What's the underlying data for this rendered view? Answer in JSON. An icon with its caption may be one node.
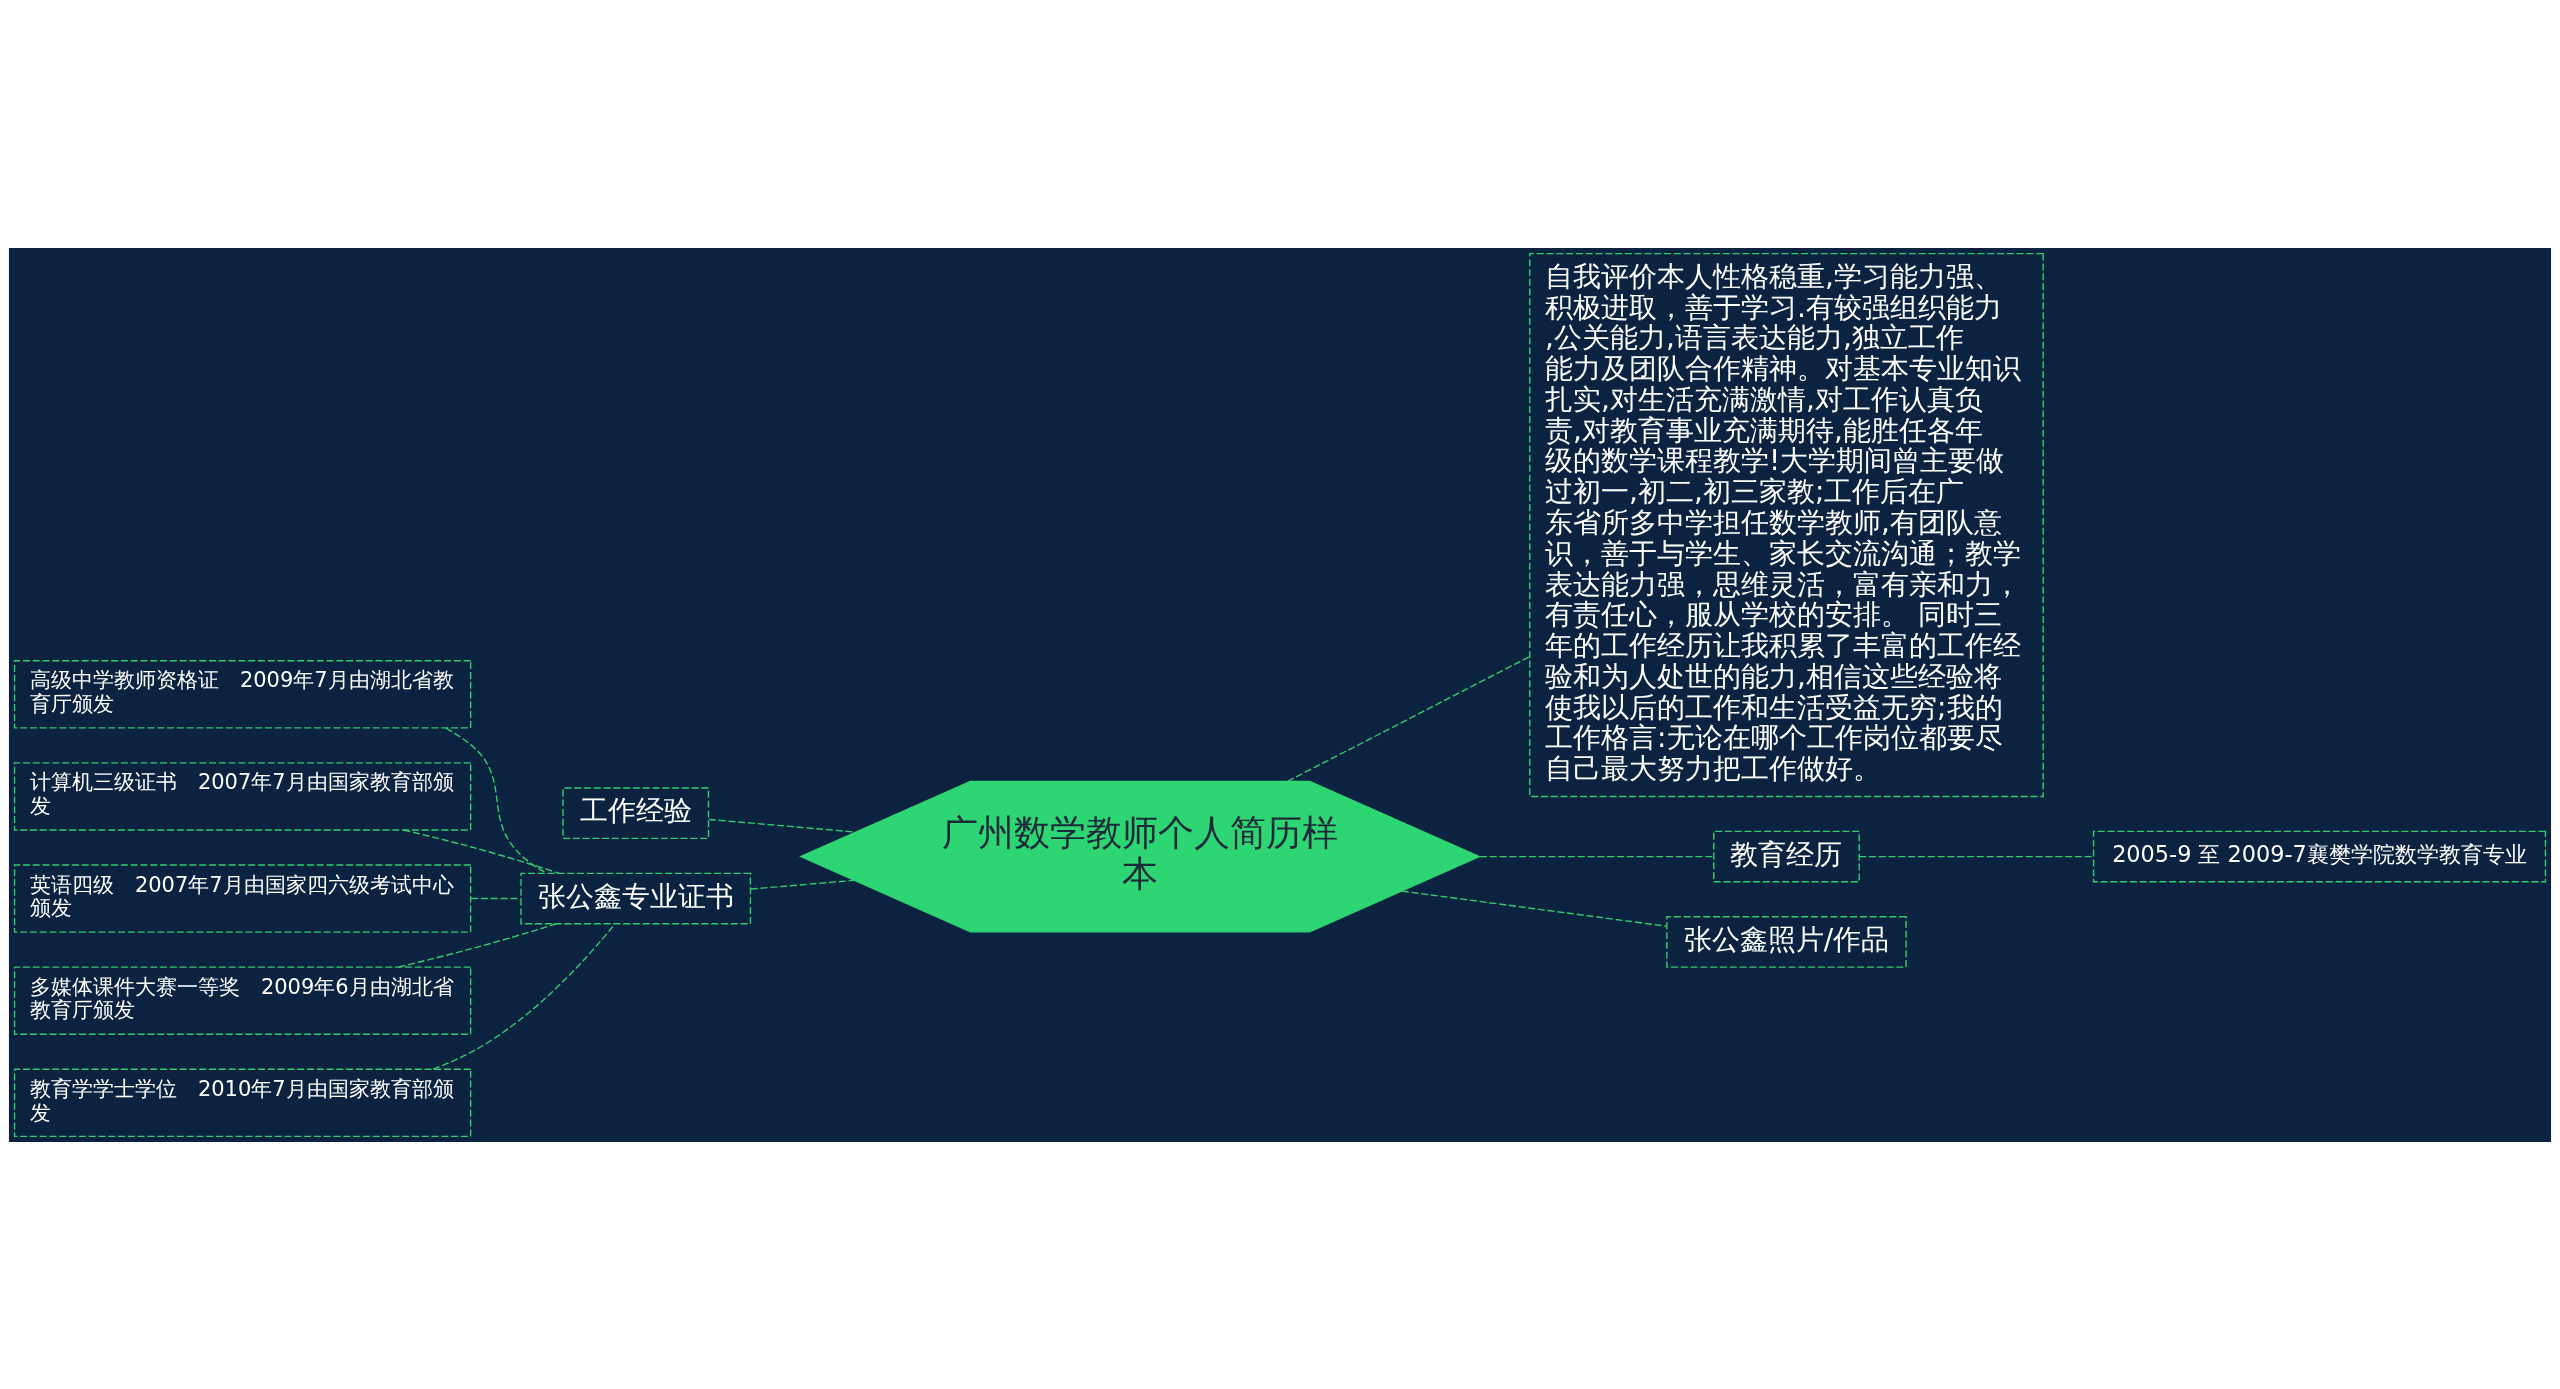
{
  "diagram": {
    "nodes": [
      {
        "text": [
          "广州数学教师个人简历样本"
        ]
      },
      {
        "text": [
          "工作经验"
        ]
      },
      {
        "text": [
          "张公鑫专业证书"
        ]
      },
      {
        "text": [
          "高级中学教师资格证　2009年7月由湖北省教育厅颁发"
        ]
      },
      {
        "text": [
          "计算机三级证书　2007年7月由国家教育部颁发"
        ]
      },
      {
        "text": [
          "英语四级　2007年7月由国家四六级考试中心颁发"
        ]
      },
      {
        "text": [
          "多媒体课件大赛一等奖　2009年6月由湖北省教育厅颁发"
        ]
      },
      {
        "text": [
          "教育学学士学位　2010年7月由国家教育部颁发"
        ]
      },
      {
        "text": [
          "自我评价本人性格稳重,学习能力强、积极进取，善于学习.有较强组织能力,公关能力,语言表达能力,独立工作能力及团队合作精神。对基本专业知识扎实,对生活充满激情,对工作认真负责,对教育事业充满期待,能胜任各年级的数学课程教学!大学期间曾主要做过初一,初二,初三家教;工作后在广东省所多中学担任数学教师,有团队意识，善于与学生、家长交流沟通；教学表达能力强，思维灵活，富有亲和力，有责任心，服从学校的安排。 同时三年的工作经历让我积累了丰富的工作经验和为人处世的能力,相信这些经验将使我以后的工作和生活受益无穷;我的工作格言:无论在哪个工作岗位都要尽自己最大努力把工作做好。"
        ]
      },
      {
        "text": [
          "教育经历"
        ]
      },
      {
        "text": [
          "2005-9 至 2009-7襄樊学院数学教育专业"
        ]
      },
      {
        "text": [
          "张公鑫照片/作品"
        ]
      }
    ],
    "edges": [
      {
        "from": 0,
        "to": 1,
        "arrow": "none",
        "style": "dashed"
      },
      {
        "from": 0,
        "to": 2,
        "arrow": "none",
        "style": "dashed"
      },
      {
        "from": 2,
        "to": 3,
        "arrow": "none",
        "style": "dashed"
      },
      {
        "from": 2,
        "to": 4,
        "arrow": "none",
        "style": "dashed"
      },
      {
        "from": 2,
        "to": 5,
        "arrow": "none",
        "style": "dashed"
      },
      {
        "from": 2,
        "to": 6,
        "arrow": "none",
        "style": "dashed"
      },
      {
        "from": 2,
        "to": 7,
        "arrow": "none",
        "style": "dashed"
      },
      {
        "from": 0,
        "to": 8,
        "arrow": "none",
        "style": "dashed"
      },
      {
        "from": 0,
        "to": 9,
        "arrow": "none",
        "style": "dashed"
      },
      {
        "from": 9,
        "to": 10,
        "arrow": "none",
        "style": "dashed"
      },
      {
        "from": 0,
        "to": 11,
        "arrow": "none",
        "style": "dashed"
      }
    ]
  }
}
